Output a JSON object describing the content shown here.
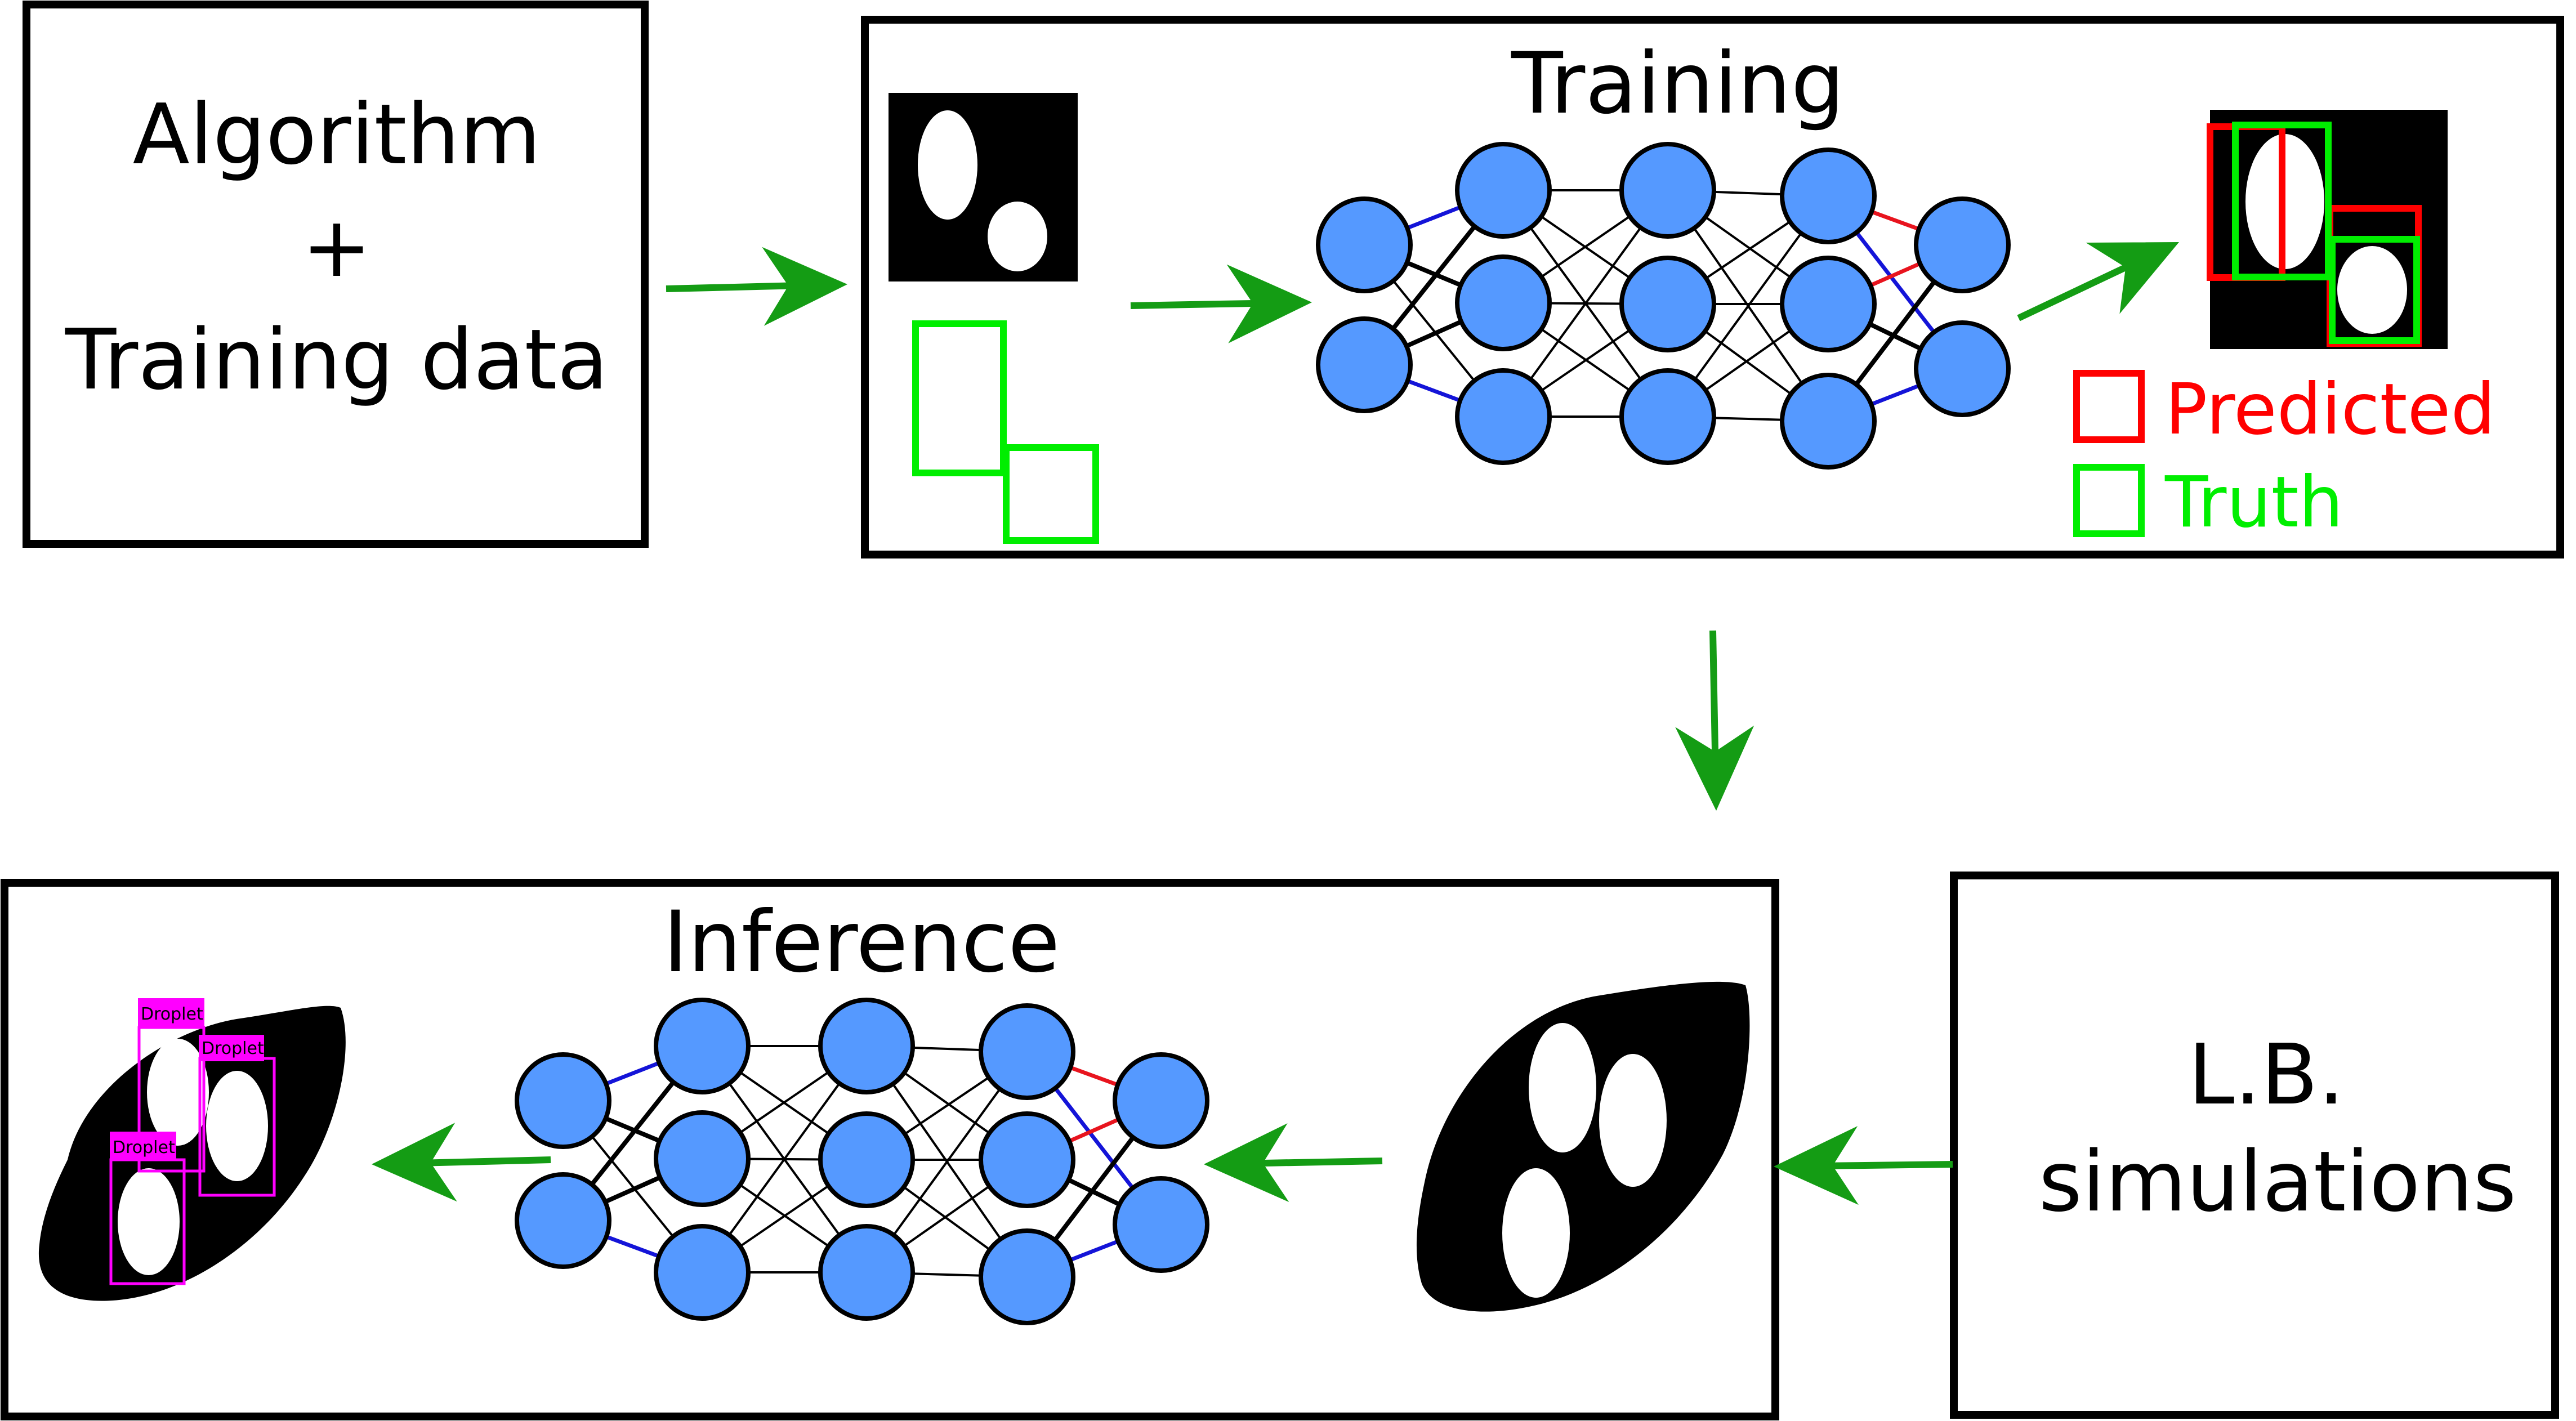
{
  "boxes": {
    "algorithm": {
      "line1": "Algorithm",
      "line2": "+",
      "line3": "Training data"
    },
    "training": {
      "title": "Training"
    },
    "lb": {
      "line1": "L.B.",
      "line2": "simulations"
    },
    "inference": {
      "title": "Inference"
    }
  },
  "legend": {
    "predicted": {
      "label": "Predicted",
      "color": "#ff0000"
    },
    "truth": {
      "label": "Truth",
      "color": "#00ee00"
    }
  },
  "detections": [
    {
      "label": "Droplet"
    },
    {
      "label": "Droplet"
    },
    {
      "label": "Droplet"
    }
  ],
  "colors": {
    "arrow": "#149c14",
    "node": "#5599ff",
    "edge_red": "#e8141e",
    "edge_blue": "#1414d8",
    "detection": "#ff00ff"
  }
}
